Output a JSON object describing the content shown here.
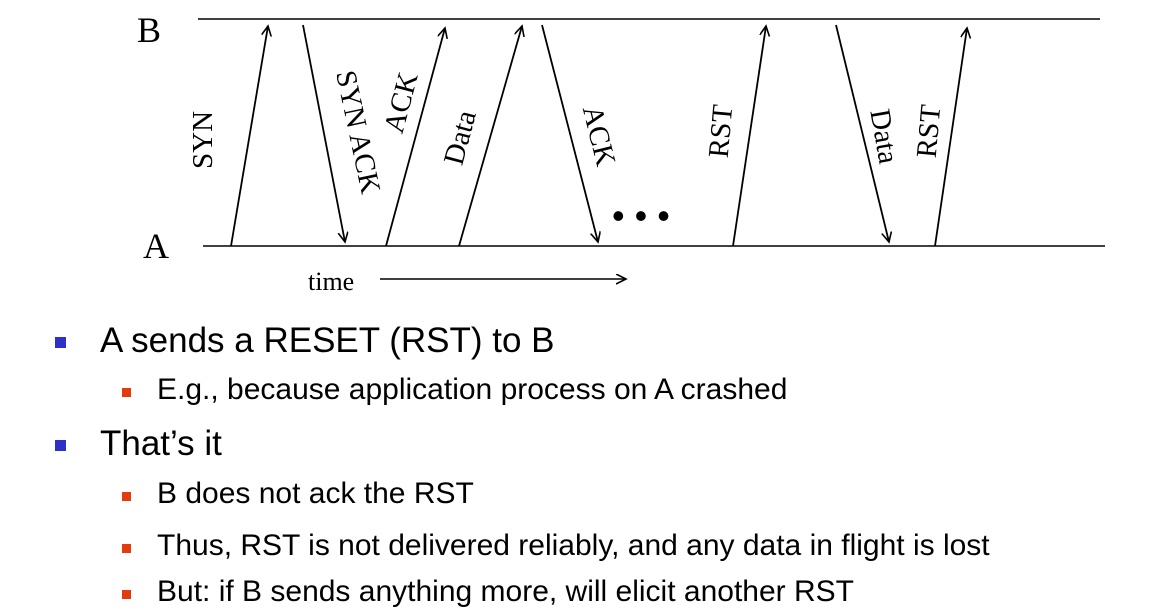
{
  "diagram": {
    "host_top": "B",
    "host_bottom": "A",
    "time_label": "time",
    "ellipsis": "• • •",
    "messages": [
      "SYN",
      "SYN ACK",
      "ACK",
      "Data",
      "ACK",
      "RST",
      "Data",
      "RST"
    ]
  },
  "bullets": [
    {
      "text": "A sends a RESET (RST) to B",
      "subs": [
        "E.g., because application process on A crashed"
      ]
    },
    {
      "text": "That’s it",
      "subs": [
        "B does not ack the RST",
        "Thus, RST is not delivered reliably, and any data in flight is lost",
        "But: if B sends anything more, will elicit another RST"
      ]
    }
  ],
  "colors": {
    "bullet_main": "#2e31c9",
    "bullet_sub": "#e43a10"
  }
}
